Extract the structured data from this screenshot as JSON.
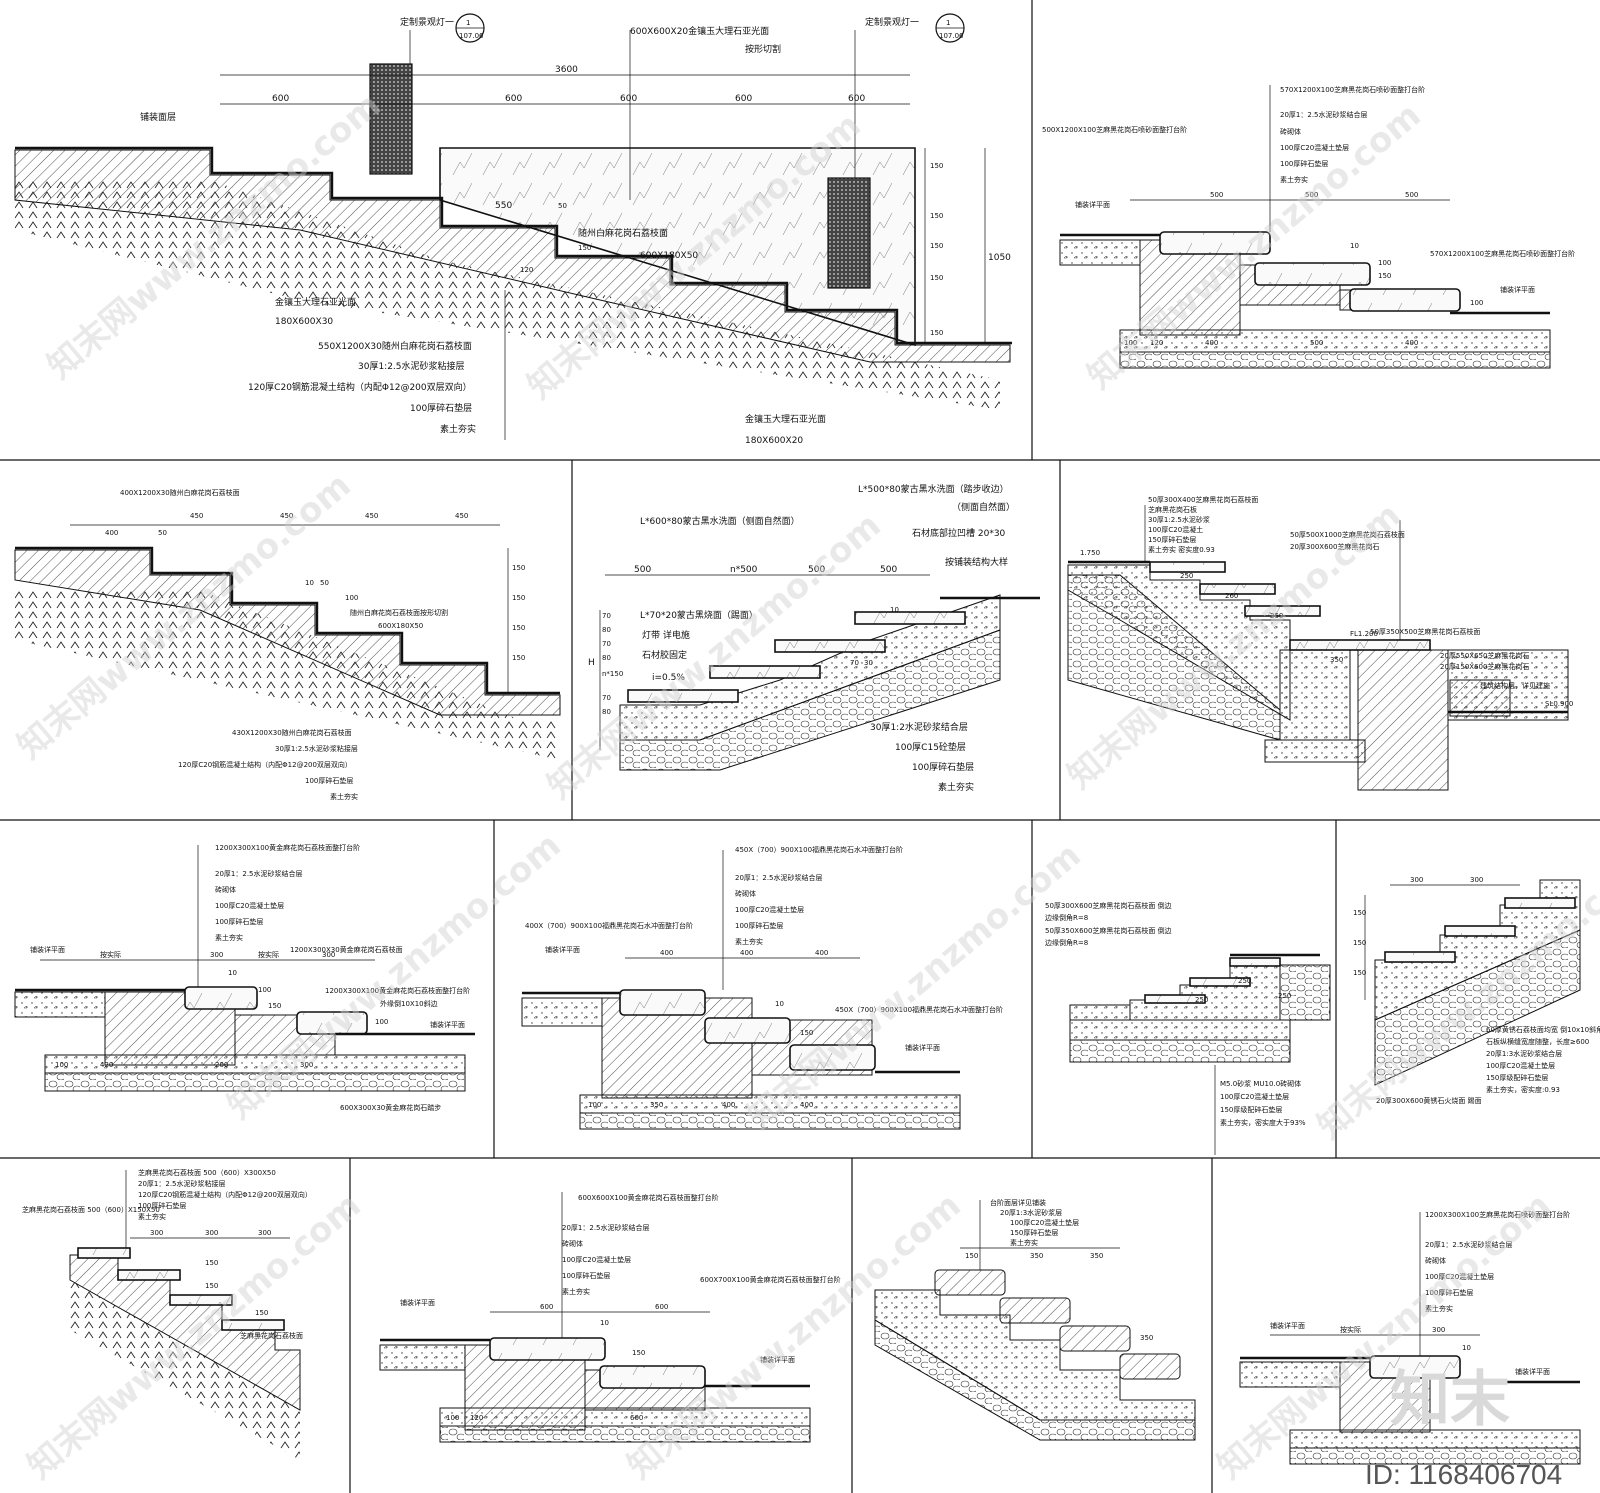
{
  "panels": {
    "p1": {
      "top_labels": [
        "定制景观灯一",
        "600X600X20金镶玉大理石亚光面",
        "按形切割",
        "定制景观灯一"
      ],
      "callout_num": "1",
      "callout_ref": "107.06",
      "dims_top": [
        "3600",
        "600",
        "600",
        "600",
        "600",
        "600"
      ],
      "dims_mid": [
        "550",
        "50",
        "150"
      ],
      "dims_right": [
        "150",
        "150",
        "150",
        "150",
        "150",
        "1050"
      ],
      "label_left_top": "铺装面层",
      "mid_labels": [
        "随州白麻花岗石荔枝面",
        "600X180X50",
        "120"
      ],
      "left_labels": [
        "金镶玉大理石亚光面",
        "180X600X30",
        "550X1200X30随州白麻花岗石荔枝面",
        "30厚1:2.5水泥砂浆粘接层",
        "120厚C20钢筋混凝土结构（内配Φ12@200双层双向）",
        "100厚碎石垫层",
        "素土夯实"
      ],
      "bottom_labels": [
        "金镶玉大理石亚光面",
        "180X600X20"
      ]
    },
    "p2": {
      "labels": [
        "570X1200X100芝麻黑花岗石喷砂面整打台阶",
        "20厚1：2.5水泥砂浆结合层",
        "砖砌体",
        "100厚C20混凝土垫层",
        "100厚碎石垫层",
        "素土夯实"
      ],
      "left_label": "500X1200X100芝麻黑花岗石喷砂面整打台阶",
      "right_label": "570X1200X100芝麻黑花岗石喷砂面整打台阶",
      "paving_left": "铺装详平面",
      "paving_right": "铺装详平面",
      "dims_top": [
        "500",
        "500",
        "500"
      ],
      "dims_bottom": [
        "100",
        "120",
        "400",
        "500",
        "400"
      ],
      "dims_small": [
        "10",
        "100",
        "150",
        "100"
      ]
    },
    "p3": {
      "top_label": "400X1200X30随州白麻花岗石荔枝面",
      "dims_top": [
        "400",
        "50",
        "450",
        "450",
        "450",
        "450"
      ],
      "mid_labels": [
        "随州白麻花岗石荔枝面按形切割",
        "600X180X50",
        "10",
        "50",
        "100"
      ],
      "dims_right": [
        "150",
        "150",
        "150",
        "150"
      ],
      "labels": [
        "430X1200X30随州白麻花岗石荔枝面",
        "30厚1:2.5水泥砂浆粘接层",
        "120厚C20钢筋混凝土结构（内配Φ12@200双层双向）",
        "100厚碎石垫层",
        "素土夯实"
      ]
    },
    "p4": {
      "labels_top": [
        "L*500*80蒙古黑水洗面（踏步收边）",
        "（侧面自然面）",
        "L*600*80蒙古黑水洗面（侧面自然面）",
        "石材底部拉凹槽 20*30",
        "按铺装结构大样"
      ],
      "labels_left": [
        "L*70*20蒙古黑烧面（踢面）",
        "灯带 详电施",
        "石材胶固定",
        "i=0.5%"
      ],
      "dims_top": [
        "500",
        "n*500",
        "500",
        "500"
      ],
      "dims_left": [
        "70",
        "80",
        "70",
        "80",
        "n*150",
        "70",
        "80",
        "H"
      ],
      "dims_small": [
        "70",
        "30",
        "10"
      ],
      "labels_bottom": [
        "30厚1:2水泥砂浆结合层",
        "100厚C15砼垫层",
        "100厚碎石垫层",
        "素土夯实"
      ]
    },
    "p5": {
      "labels": [
        "50厚300X400芝麻黑花岗石荔枝面",
        "芝麻黑花岗石板",
        "30厚1:2.5水泥砂浆",
        "100厚C20混凝土",
        "150厚碎石垫层",
        "素土夯实 密实度0.93"
      ],
      "right_labels": [
        "50厚500X1000芝麻黑花岗石荔枝面",
        "20厚300X600芝麻黑花岗石",
        "50厚350X500芝麻黑花岗石荔枝面",
        "20厚550X650芝麻黑花岗石",
        "20厚150X600芝麻黑花岗石",
        "建筑结构层，详见建施"
      ],
      "levels": [
        "1.750",
        "FL1.200",
        "SL0.900"
      ],
      "dims": [
        "250",
        "260",
        "250",
        "350"
      ]
    },
    "p6": {
      "labels": [
        "1200X300X100黄金麻花岗石荔枝面整打台阶",
        "20厚1：2.5水泥砂浆结合层",
        "砖砌体",
        "100厚C20混凝土垫层",
        "100厚碎石垫层",
        "素土夯实"
      ],
      "mid_label": "1200X300X30黄金麻花岗石荔枝面",
      "right_labels": [
        "1200X300X100黄金麻花岗石荔枝面整打台阶",
        "外缘倒10X10斜边"
      ],
      "paving_left": "铺装详平面",
      "paving_right": "铺装详平面",
      "dims_top": [
        "按实际",
        "300",
        "按实际",
        "300"
      ],
      "dims_bottom": [
        "100",
        "420",
        "200",
        "300"
      ],
      "dims_small": [
        "10",
        "100",
        "150",
        "100"
      ],
      "bottom_label": "600X300X30黄金麻花岗石踏步"
    },
    "p7": {
      "labels": [
        "450X（700）900X100福鼎黑花岗石水冲面整打台阶",
        "20厚1：2.5水泥砂浆结合层",
        "砖砌体",
        "100厚C20混凝土垫层",
        "100厚碎石垫层",
        "素土夯实"
      ],
      "left_label": "400X（700）900X100福鼎黑花岗石水冲面整打台阶",
      "right_label": "450X（700）900X100福鼎黑花岗石水冲面整打台阶",
      "paving_left": "铺装详平面",
      "paving_right": "铺装详平面",
      "dims_top": [
        "400",
        "400",
        "400"
      ],
      "dims_bottom": [
        "100",
        "350",
        "400",
        "400"
      ],
      "dims_small": [
        "10",
        "150"
      ]
    },
    "p8": {
      "labels": [
        "50厚300X600芝麻黑花岗石荔枝面 倒边",
        "边缘倒角R=8",
        "50厚350X600芝麻黑花岗石荔枝面 倒边",
        "边缘倒角R=8"
      ],
      "bottom_labels": [
        "M5.0砂浆 MU10.0砖砌体",
        "100厚C20混凝土垫层",
        "150厚级配碎石垫层",
        "素土夯实，密实度大于93%"
      ],
      "dims": [
        "250",
        "250",
        "250"
      ]
    },
    "p9": {
      "dims_top": [
        "300",
        "300"
      ],
      "labels": [
        "60厚黄锈石荔枝面均宽 倒10x10斜角",
        "石板纵横缝宽度随整，长度≥600",
        "20厚1:3水泥砂浆结合层",
        "100厚C20混凝土垫层",
        "150厚级配碎石垫层",
        "素土夯实，密实度:0.93"
      ],
      "dims_left": [
        "150",
        "150",
        "150"
      ],
      "bottom_label": "20厚300X600黄锈石火烧面 踢面"
    },
    "p10": {
      "labels": [
        "芝麻黑花岗石荔枝面 500（600）X300X50",
        "20厚1：2.5水泥砂浆粘接层",
        "120厚C20钢筋混凝土结构（内配Φ12@200双层双向）",
        "100厚碎石垫层",
        "素土夯实"
      ],
      "left_label": "芝麻黑花岗石荔枝面 500（600）X150X50",
      "dims": [
        "300",
        "300",
        "300",
        "150",
        "150",
        "150"
      ],
      "bottom_label": "芝麻黑花岗石荔枝面"
    },
    "p11": {
      "labels": [
        "600X600X100黄金麻花岗石荔枝面整打台阶",
        "20厚1：2.5水泥砂浆结合层",
        "砖砌体",
        "100厚C20混凝土垫层",
        "100厚碎石垫层",
        "素土夯实"
      ],
      "right_label": "600X700X100黄金麻花岗石荔枝面整打台阶",
      "paving_left": "铺装详平面",
      "paving_right": "铺装详平面",
      "dims_top": [
        "600",
        "600"
      ],
      "dims_bottom": [
        "100",
        "120",
        "600"
      ],
      "dims_small": [
        "10",
        "150"
      ]
    },
    "p12": {
      "labels": [
        "台阶面层详见铺装",
        "20厚1:3水泥砂浆层",
        "100厚C20混凝土垫层",
        "150厚碎石垫层",
        "素土夯实"
      ],
      "dims": [
        "150",
        "350",
        "350",
        "350"
      ]
    },
    "p13": {
      "labels": [
        "1200X300X100芝麻黑花岗石喷砂面整打台阶",
        "20厚1：2.5水泥砂浆结合层",
        "砖砌体",
        "100厚C20混凝土垫层",
        "100厚碎石垫层",
        "素土夯实"
      ],
      "paving_left": "铺装详平面",
      "paving_right": "铺装详平面",
      "dims_top": [
        "按实际",
        "300"
      ],
      "dims_small": [
        "10"
      ]
    }
  },
  "watermark": {
    "text": "知末网www.znzmo.com",
    "logo": "知末",
    "id": "ID: 1168406704"
  },
  "colors": {
    "line": "#111111",
    "watermark": "#cfcfcf",
    "background": "#ffffff"
  }
}
